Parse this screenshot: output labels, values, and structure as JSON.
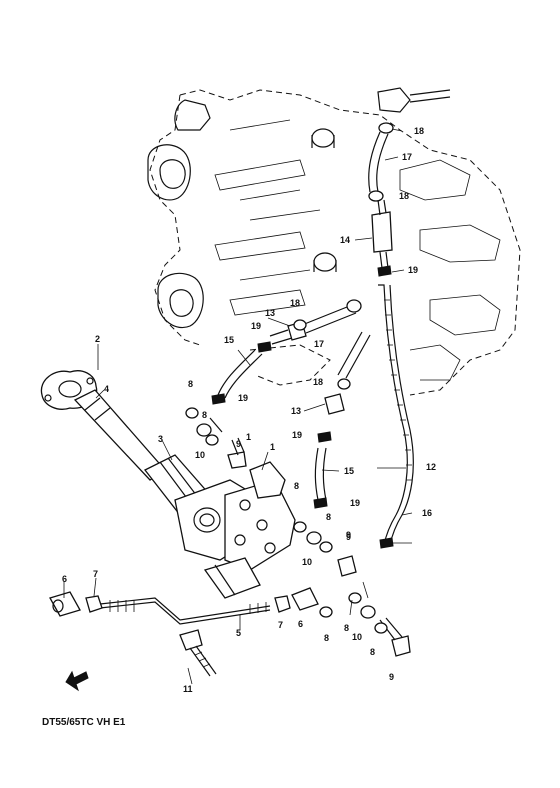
{
  "diagram": {
    "caption": "DT55/65TC VH E1",
    "callouts": [
      "1",
      "2",
      "3",
      "4",
      "5",
      "6",
      "7",
      "8",
      "9",
      "10",
      "11",
      "12",
      "13",
      "14",
      "15",
      "16",
      "17",
      "18",
      "19"
    ],
    "callouts_secondary": [
      "1",
      "6",
      "7",
      "8",
      "8",
      "8",
      "8",
      "8",
      "8",
      "9",
      "9",
      "9",
      "10",
      "10",
      "13",
      "15",
      "17",
      "18",
      "18",
      "18",
      "19",
      "19",
      "19",
      "19"
    ]
  }
}
